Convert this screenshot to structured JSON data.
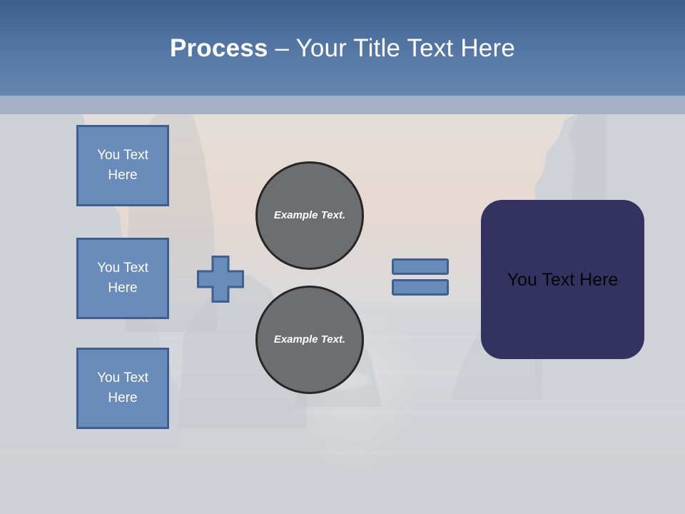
{
  "slide": {
    "title": {
      "bold_part": "Process",
      "regular_part": " – Your Title Text Here"
    },
    "colors": {
      "header_band": "#4f719f",
      "header_underband": "#a3b0c6",
      "input_box_fill": "#6a8cba",
      "input_box_border": "#3f5f8e",
      "circle_fill": "#6d6e70",
      "circle_border": "#272728",
      "result_box_fill": "#343261",
      "result_text": "#050505",
      "canvas_background": "#c9ccd1"
    },
    "inputs": [
      {
        "label": "You Text Here"
      },
      {
        "label": "You Text Here"
      },
      {
        "label": "You Text Here"
      }
    ],
    "operators": {
      "plus": "+",
      "equals": "="
    },
    "circles": [
      {
        "label": "Example Text."
      },
      {
        "label": "Example Text."
      }
    ],
    "result": {
      "label": "You Text Here"
    }
  }
}
